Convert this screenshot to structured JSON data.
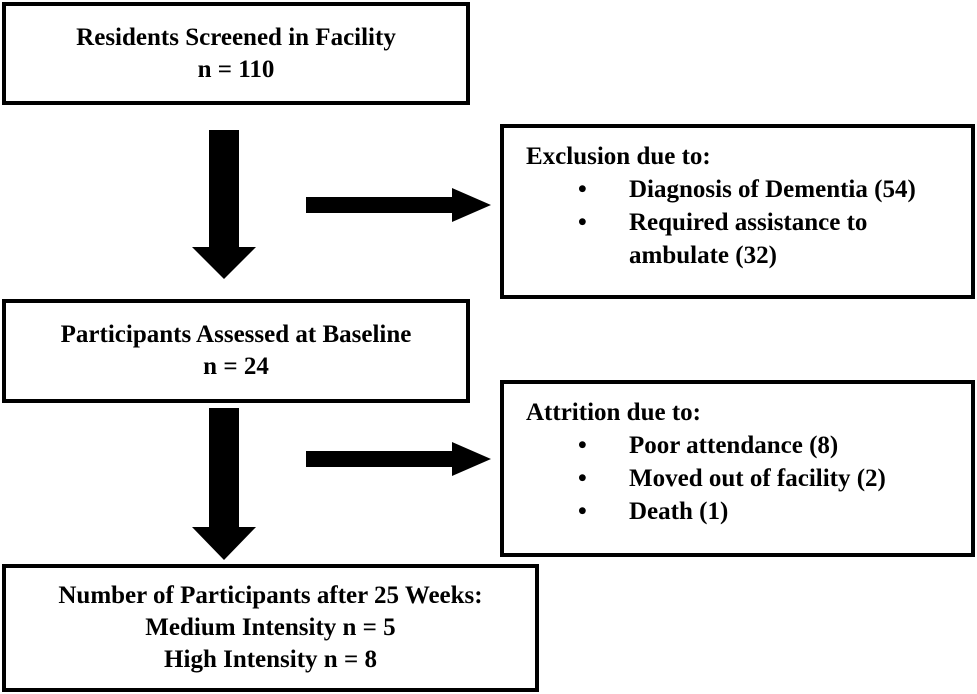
{
  "flow": {
    "screened": {
      "title": "Residents Screened in Facility",
      "count": "n = 110"
    },
    "exclusion": {
      "title": "Exclusion due to:",
      "items": [
        "Diagnosis of Dementia (54)",
        "Required assistance to",
        "ambulate (32)"
      ]
    },
    "baseline": {
      "title": "Participants Assessed at Baseline",
      "count": "n = 24"
    },
    "attrition": {
      "title": "Attrition due to:",
      "items": [
        "Poor attendance (8)",
        "Moved out of facility (2)",
        "Death (1)"
      ]
    },
    "final": {
      "title": "Number of Participants after 25 Weeks:",
      "medium": "Medium Intensity n = 5",
      "high": "High Intensity n = 8"
    }
  },
  "bullet_glyph": "•",
  "colors": {
    "stroke": "#000000",
    "background": "#ffffff"
  }
}
